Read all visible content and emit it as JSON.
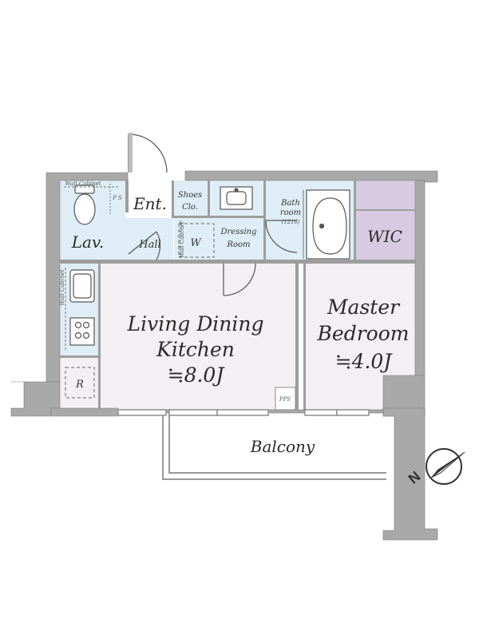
{
  "rooms": {
    "ldk_line1": "Living Dining",
    "ldk_line2": "Kitchen",
    "ldk_size": "≒8.0J",
    "master_line1": "Master",
    "master_line2": "Bedroom",
    "master_size": "≒4.0J",
    "wic": "WIC",
    "lav": "Lav.",
    "ent": "Ent.",
    "hall": "Hall",
    "shoes_line1": "Shoes",
    "shoes_line2": "Clo.",
    "dressing_line1": "Dressing",
    "dressing_line2": "Room",
    "bath_line1": "Bath",
    "bath_line2": "room",
    "bath_size": "(1216)",
    "balcony": "Balcony",
    "washer": "W",
    "refrigerator": "R",
    "ps": "P S",
    "pps": "PPS",
    "wall_cabinet_top": "Wall Cabinet",
    "wall_cabinet_kitchen": "Wall Cabinet",
    "wall_cabinet_dressing": "Wall Cabinet"
  },
  "colors": {
    "wall": "#a9a9a9",
    "wet_area": "#dfeef6",
    "living": "#f4eff2",
    "wic": "#d7cbe2",
    "shoes": "#e3d8ea",
    "outline": "#6a6a6a"
  },
  "compass": {
    "north_label": "N"
  }
}
